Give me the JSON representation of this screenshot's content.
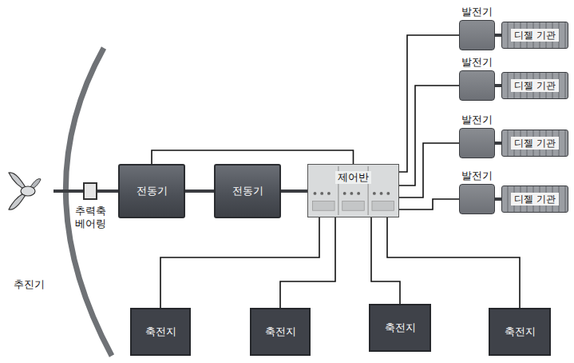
{
  "diagram": {
    "nodes": [
      {
        "text": [
          "발전기"
        ]
      },
      {
        "text": [
          "디젤 기관"
        ]
      },
      {
        "text": [
          "발전기"
        ]
      },
      {
        "text": [
          "디젤 기관"
        ]
      },
      {
        "text": [
          "발전기"
        ]
      },
      {
        "text": [
          "디젤 기관"
        ]
      },
      {
        "text": [
          "발전기"
        ]
      },
      {
        "text": [
          "디젤 기관"
        ]
      },
      {
        "text": [
          "추진기"
        ]
      },
      {
        "text": [
          "추력축 베어링"
        ]
      },
      {
        "text": [
          "전동기"
        ]
      },
      {
        "text": [
          "전동기"
        ]
      },
      {
        "text": [
          "제어반"
        ]
      },
      {
        "text": [
          "축전지"
        ]
      },
      {
        "text": [
          "축전지"
        ]
      },
      {
        "text": [
          "축전지"
        ]
      },
      {
        "text": [
          "축전지"
        ]
      }
    ],
    "edges": [
      {
        "from": 8,
        "to": 9,
        "arrow": "none"
      },
      {
        "from": 9,
        "to": 10,
        "arrow": "none"
      },
      {
        "from": 10,
        "to": 11,
        "arrow": "none"
      },
      {
        "from": 10,
        "to": 12,
        "arrow": "none"
      },
      {
        "from": 11,
        "to": 12,
        "arrow": "none"
      },
      {
        "from": 12,
        "to": 0,
        "arrow": "none"
      },
      {
        "from": 12,
        "to": 2,
        "arrow": "none"
      },
      {
        "from": 12,
        "to": 4,
        "arrow": "none"
      },
      {
        "from": 12,
        "to": 6,
        "arrow": "none"
      },
      {
        "from": 0,
        "to": 1,
        "arrow": "none"
      },
      {
        "from": 2,
        "to": 3,
        "arrow": "none"
      },
      {
        "from": 4,
        "to": 5,
        "arrow": "none"
      },
      {
        "from": 6,
        "to": 7,
        "arrow": "none"
      },
      {
        "from": 12,
        "to": 13,
        "arrow": "none"
      },
      {
        "from": 12,
        "to": 14,
        "arrow": "none"
      },
      {
        "from": 12,
        "to": 15,
        "arrow": "none"
      },
      {
        "from": 12,
        "to": 16,
        "arrow": "none"
      }
    ]
  }
}
